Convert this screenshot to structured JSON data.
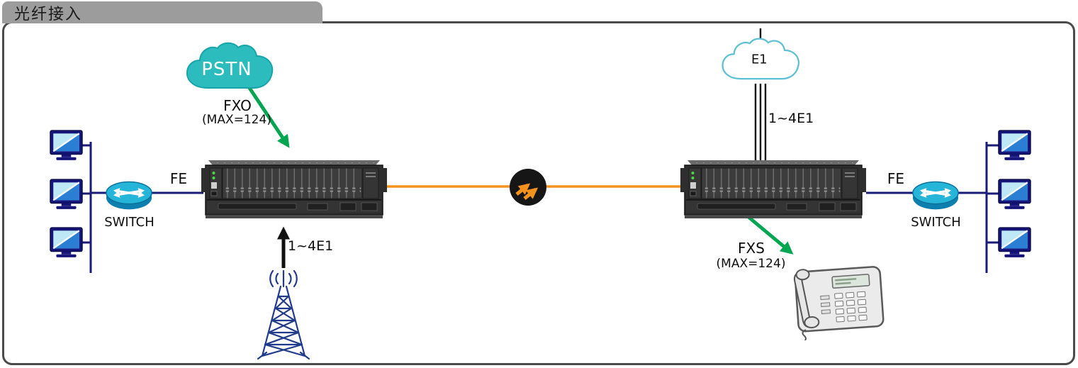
{
  "title": "光纤接入",
  "colors": {
    "fiber_orange": "#f5921e",
    "arrow_green": "#00a651",
    "cloud_teal": "#2cbcbe",
    "cloud_outline_blue": "#5ec0d4",
    "line_navy": "#1b1b78",
    "frame_gray": "#4b4b4b",
    "tab_gray": "#9c9c9c"
  },
  "left": {
    "pstn_label": "PSTN",
    "fxo_label": "FXO",
    "fxo_max_label": "(MAX=124)",
    "fe_label": "FE",
    "switch_label": "SWITCH",
    "e1_link_label": "1~4E1"
  },
  "right": {
    "e1_cloud_label": "E1",
    "e1_link_label": "1~4E1",
    "fxs_label": "FXS",
    "fxs_max_label": "(MAX=124)",
    "fe_label": "FE",
    "switch_label": "SWITCH"
  },
  "icons": {
    "pstn_cloud_icon": "teal cloud",
    "e1_cloud_icon": "white outlined cloud",
    "computer_icon": "desktop monitor",
    "switch_icon": "router disc with crossed arrows",
    "mux_device_icon": "rack chassis with card slots",
    "fiber_node_icon": "black circle with orange up-right arrows",
    "antenna_tower_icon": "lattice radio tower with waves",
    "telephone_icon": "desk telephone"
  }
}
